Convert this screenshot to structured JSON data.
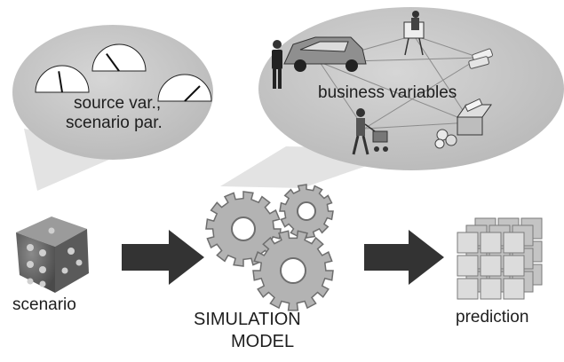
{
  "diagram": {
    "labels": {
      "source_var": "source var.,",
      "scenario_par": "scenario par.",
      "business_variables": "business variables",
      "scenario": "scenario",
      "simulation_line1": "SIMULATION",
      "simulation_line2": "MODEL",
      "prediction": "prediction"
    },
    "gauge_levels": [
      0.45,
      0.3,
      0.75
    ],
    "icons": [
      "sports-car-icon",
      "businessman-icon",
      "easel-presenter-icon",
      "money-stack-icon",
      "worker-with-cart-icon",
      "coins-icon",
      "cash-box-icon",
      "dice-icon",
      "gears-icon",
      "data-cube-icon",
      "arrow-right-icon"
    ],
    "colors": {
      "bubble": "#c9c9c9",
      "cone": "#e4e4e4",
      "arrow": "#333333",
      "gear": "#b3b3b3",
      "gear_dark": "#6e6e6e",
      "cube": "#d7d7d7"
    }
  }
}
